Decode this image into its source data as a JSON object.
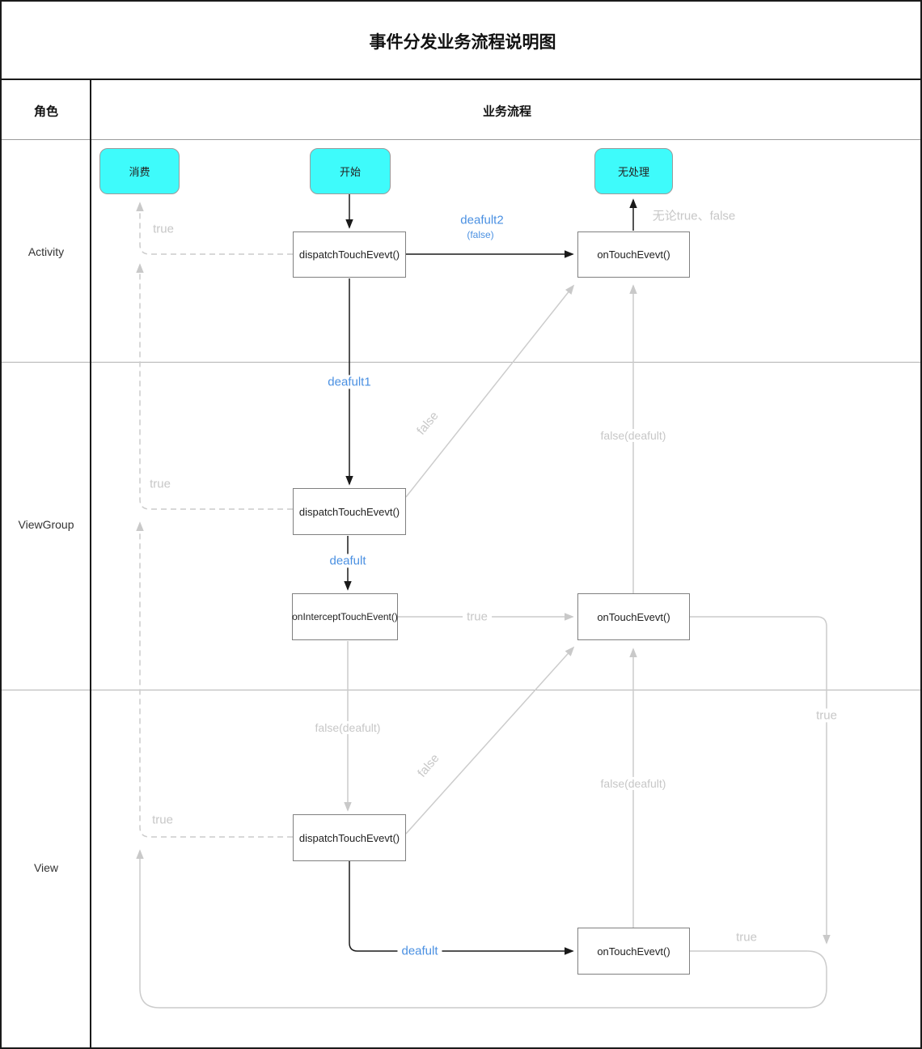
{
  "title": "事件分发业务流程说明图",
  "colors": {
    "node_cyan": "#3EFBFB",
    "label_blue": "#4A90E2",
    "connector_gray": "#CCCCCC",
    "label_gray": "#C7C7C7",
    "connector_black": "#1A1A1A"
  },
  "header": {
    "role_col": "角色",
    "flow_col": "业务流程"
  },
  "lanes": [
    {
      "label": "Activity"
    },
    {
      "label": "ViewGroup"
    },
    {
      "label": "View"
    }
  ],
  "nodes": {
    "consume": {
      "label": "消费"
    },
    "start": {
      "label": "开始"
    },
    "no_handle": {
      "label": "无处理"
    },
    "activity_dispatch": {
      "label": "dispatchTouchEvevt()"
    },
    "activity_ontouch": {
      "label": "onTouchEvevt()"
    },
    "viewgroup_dispatch": {
      "label": "dispatchTouchEvevt()"
    },
    "viewgroup_intercept": {
      "label": "onInterceptTouchEvent()"
    },
    "viewgroup_ontouch": {
      "label": "onTouchEvevt()"
    },
    "view_dispatch": {
      "label": "dispatchTouchEvevt()"
    },
    "view_ontouch": {
      "label": "onTouchEvevt()"
    }
  },
  "edge_labels": {
    "activity_true": "true",
    "deafult2": "deafult2",
    "deafult2_sub": "(false)",
    "no_matter": "无论true、false",
    "deafult1": "deafult1",
    "viewgroup_true": "true",
    "false_diag_activity": "false",
    "false_deafult_to_activity": "false(deafult)",
    "deafult_viewgroup": "deafult",
    "intercept_true": "true",
    "false_deafult_to_view": "false(deafult)",
    "view_true": "true",
    "false_diag_view": "false",
    "false_deafult_to_viewgroup": "false(deafult)",
    "deafult_view": "deafult",
    "loop_true": "true",
    "right_true": "true"
  }
}
